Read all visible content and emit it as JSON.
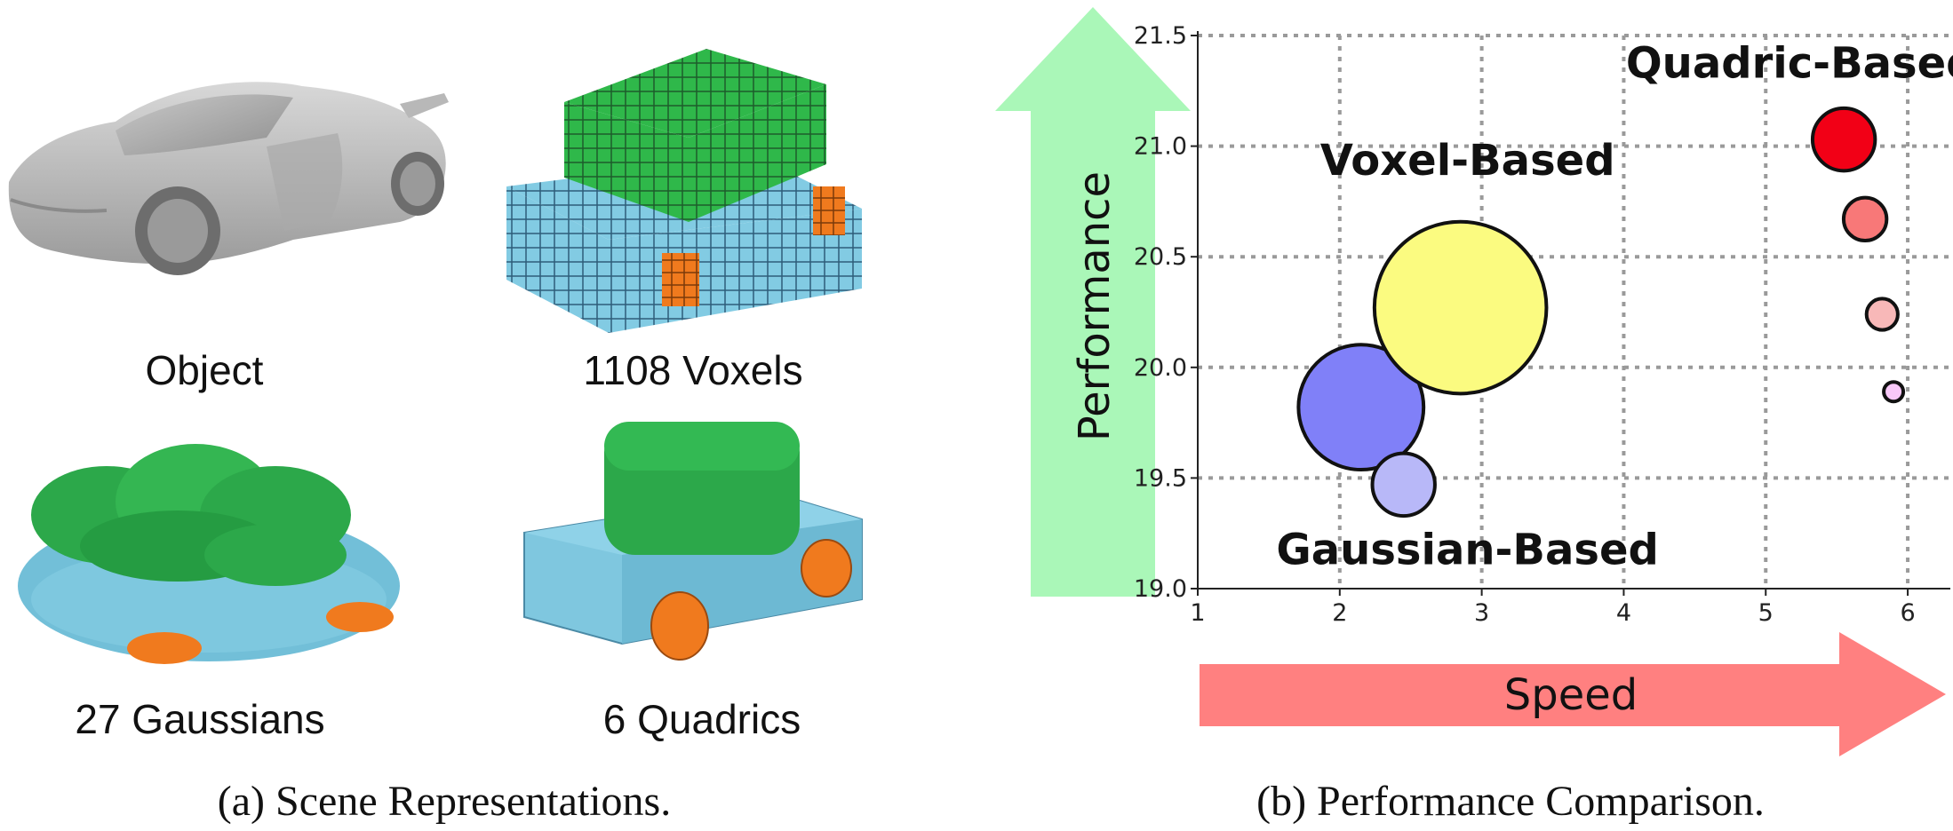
{
  "panel_a": {
    "items": [
      {
        "label": "Object"
      },
      {
        "label": "1108 Voxels"
      },
      {
        "label": "27 Gaussians"
      },
      {
        "label": "6 Quadrics"
      }
    ],
    "caption": "(a) Scene Representations."
  },
  "panel_b": {
    "caption": "(b) Performance Comparison.",
    "y_arrow_label": "Performance",
    "x_arrow_label": "Speed",
    "colors": {
      "y_arrow": "#aaf7b8",
      "x_arrow": "#ff8080"
    }
  },
  "chart_data": {
    "type": "scatter",
    "subtype": "bubble",
    "xlim": [
      1,
      6.3
    ],
    "ylim": [
      19.0,
      21.5
    ],
    "xticks": [
      "1",
      "2",
      "3",
      "4",
      "5",
      "6"
    ],
    "yticks": [
      "19.0",
      "19.5",
      "20.0",
      "20.5",
      "21.0",
      "21.5"
    ],
    "grid": true,
    "grid_style": "dotted",
    "groups": [
      {
        "name": "Voxel-Based",
        "label_position": {
          "x": 2.9,
          "y": 20.87
        }
      },
      {
        "name": "Gaussian-Based",
        "label_position": {
          "x": 2.9,
          "y": 19.11
        }
      },
      {
        "name": "Quadric-Based",
        "label_position": {
          "x": 5.25,
          "y": 21.31
        }
      }
    ],
    "points": [
      {
        "x": 2.15,
        "y": 19.82,
        "size": 64,
        "color": "#8080f8",
        "group": "Gaussian-Based"
      },
      {
        "x": 2.45,
        "y": 19.47,
        "size": 32,
        "color": "#b8b8f8",
        "group": "Gaussian-Based"
      },
      {
        "x": 2.85,
        "y": 20.27,
        "size": 88,
        "color": "#fbfb80",
        "group": "Voxel-Based"
      },
      {
        "x": 5.55,
        "y": 21.03,
        "size": 32,
        "color": "#f20016",
        "group": "Quadric-Based"
      },
      {
        "x": 5.7,
        "y": 20.67,
        "size": 22,
        "color": "#f87878",
        "group": "Quadric-Based"
      },
      {
        "x": 5.82,
        "y": 20.24,
        "size": 16,
        "color": "#f8b8b8",
        "group": "Quadric-Based"
      },
      {
        "x": 5.9,
        "y": 19.89,
        "size": 10,
        "color": "#f8c8f8",
        "group": "Quadric-Based"
      }
    ]
  }
}
